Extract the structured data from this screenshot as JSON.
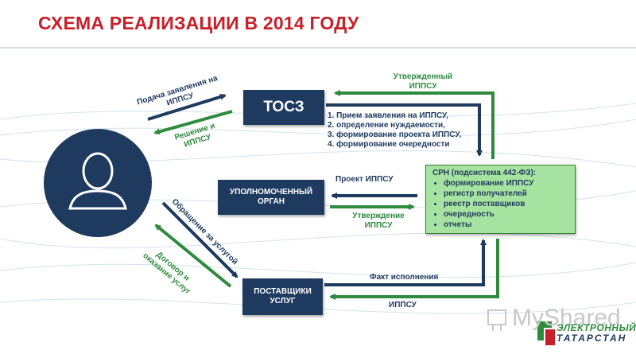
{
  "title": "СХЕМА РЕАЛИЗАЦИИ В 2014 ГОДУ",
  "nodes": {
    "tosz": "ТОСЗ",
    "organ": "УПОЛНОМОЧЕННЫЙ ОРГАН",
    "suppliers": "ПОСТАВЩИКИ УСЛУГ",
    "srn_title": "СРН (подсистема 442-ФЗ):",
    "srn_items": [
      "формирование ИППСУ",
      "регистр получателей",
      "реестр поставщиков",
      "очередность",
      "отчеты"
    ]
  },
  "labels": {
    "application": "Подача заявления на ИППСУ",
    "decision": "Решение и ИППСУ",
    "approved": "Утвержденный ИППСУ",
    "draft": "Проект ИППСУ",
    "approval": "Утверждение ИППСУ",
    "request_service": "Обращение за услугой",
    "contract": "Договор и оказание услуг",
    "fact": "Факт исполнения",
    "ippsu": "ИППСУ"
  },
  "steps": [
    "1. Прием заявления на ИППСУ,",
    "2. определение нуждаемости,",
    "3.   формирование проекта ИППСУ,",
    "4.   формирование очередности"
  ],
  "watermark": "MyShared",
  "logo": {
    "line1": "ЭЛЕКТРОННЫЙ",
    "line2": "ТАТАРСТАН"
  },
  "colors": {
    "navy": "#1e3a5f",
    "green": "#2e8b3e",
    "title_red": "#c8202a",
    "srn_fill": "#a6e3a0"
  }
}
